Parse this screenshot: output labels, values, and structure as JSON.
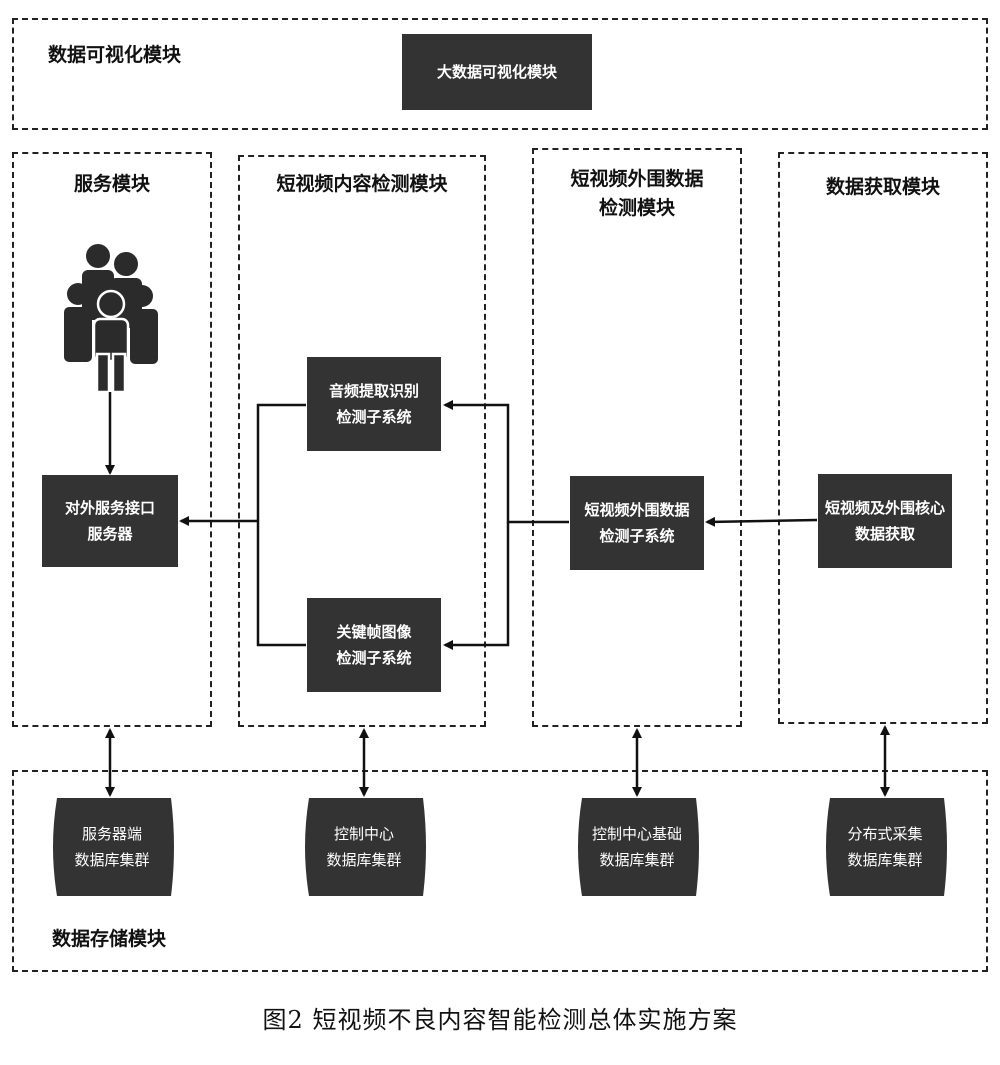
{
  "visualization": {
    "label": "数据可视化模块",
    "box": "大数据可视化模块"
  },
  "columns": {
    "service": {
      "title": "服务模块",
      "box": "对外服务接口\n服务器",
      "users_icon": "users-group-icon"
    },
    "content": {
      "title": "短视频内容检测模块",
      "audio_box": "音频提取识别\n检测子系统",
      "keyframe_box": "关键帧图像\n检测子系统"
    },
    "peripheral": {
      "title": "短视频外围数据\n检测模块",
      "box": "短视频外围数据\n检测子系统"
    },
    "acquisition": {
      "title": "数据获取模块",
      "box": "短视频及外围核心\n数据获取"
    }
  },
  "storage": {
    "label": "数据存储模块",
    "databases": [
      "服务器端\n数据库集群",
      "控制中心\n数据库集群",
      "控制中心基础\n数据库集群",
      "分布式采集\n数据库集群"
    ]
  },
  "caption": "图2  短视频不良内容智能检测总体实施方案",
  "colors": {
    "box_fill": "#333333",
    "line": "#111111"
  }
}
